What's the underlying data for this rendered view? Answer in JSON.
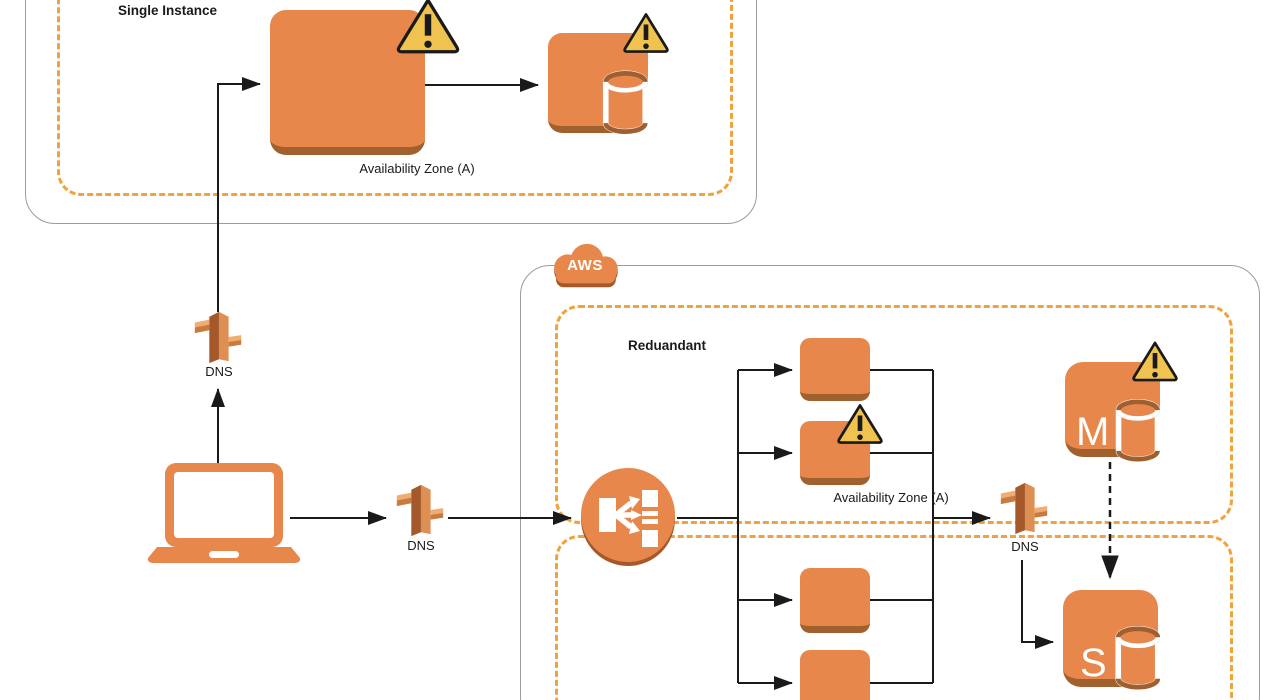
{
  "single_instance": {
    "title": "Single Instance",
    "az_label": "Availability Zone (A)"
  },
  "dns": {
    "top": "DNS",
    "middle": "DNS",
    "right": "DNS"
  },
  "aws": {
    "cloud_label": "AWS",
    "redundant": {
      "title": "Reduandant",
      "az_a_label": "Availability Zone (A)",
      "master_letter": "M",
      "slave_letter": "S"
    }
  },
  "colors": {
    "orange": "#E8874B",
    "orange_shadow": "#A0612F",
    "orange_dark_rim": "#9E6031",
    "az_dash_orange": "#F0A33C",
    "warning_yellow": "#F0C350",
    "connector_black": "#1a1a1a",
    "container_gray": "#9c9c9c"
  }
}
